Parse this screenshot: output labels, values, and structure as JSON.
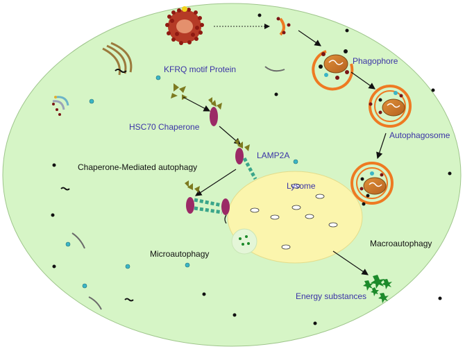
{
  "labels": {
    "kfrq": "KFRQ motif Protein",
    "hsc70": "HSC70 Chaperone",
    "lamp2a": "LAMP2A",
    "cma": "Chaperone-Mediated autophagy",
    "lysome": "Lysome",
    "phagophore": "Phagophore",
    "autophagosome": "Autophagosome",
    "macroautophagy": "Macroautophagy",
    "microautophagy": "Microautophagy",
    "energy": "Energy substances"
  },
  "colors": {
    "cell": "#d6f5c6",
    "lysosome": "#fbf5ad",
    "label_text": "#3a33a6",
    "membrane_orange": "#ee7a22",
    "mitochondria": "#c97a30",
    "lamp2a_green": "#3aa58a",
    "chaperone_purple": "#9b2a66",
    "protein_olive": "#7d7a20",
    "energy_green": "#1c8a2a"
  }
}
